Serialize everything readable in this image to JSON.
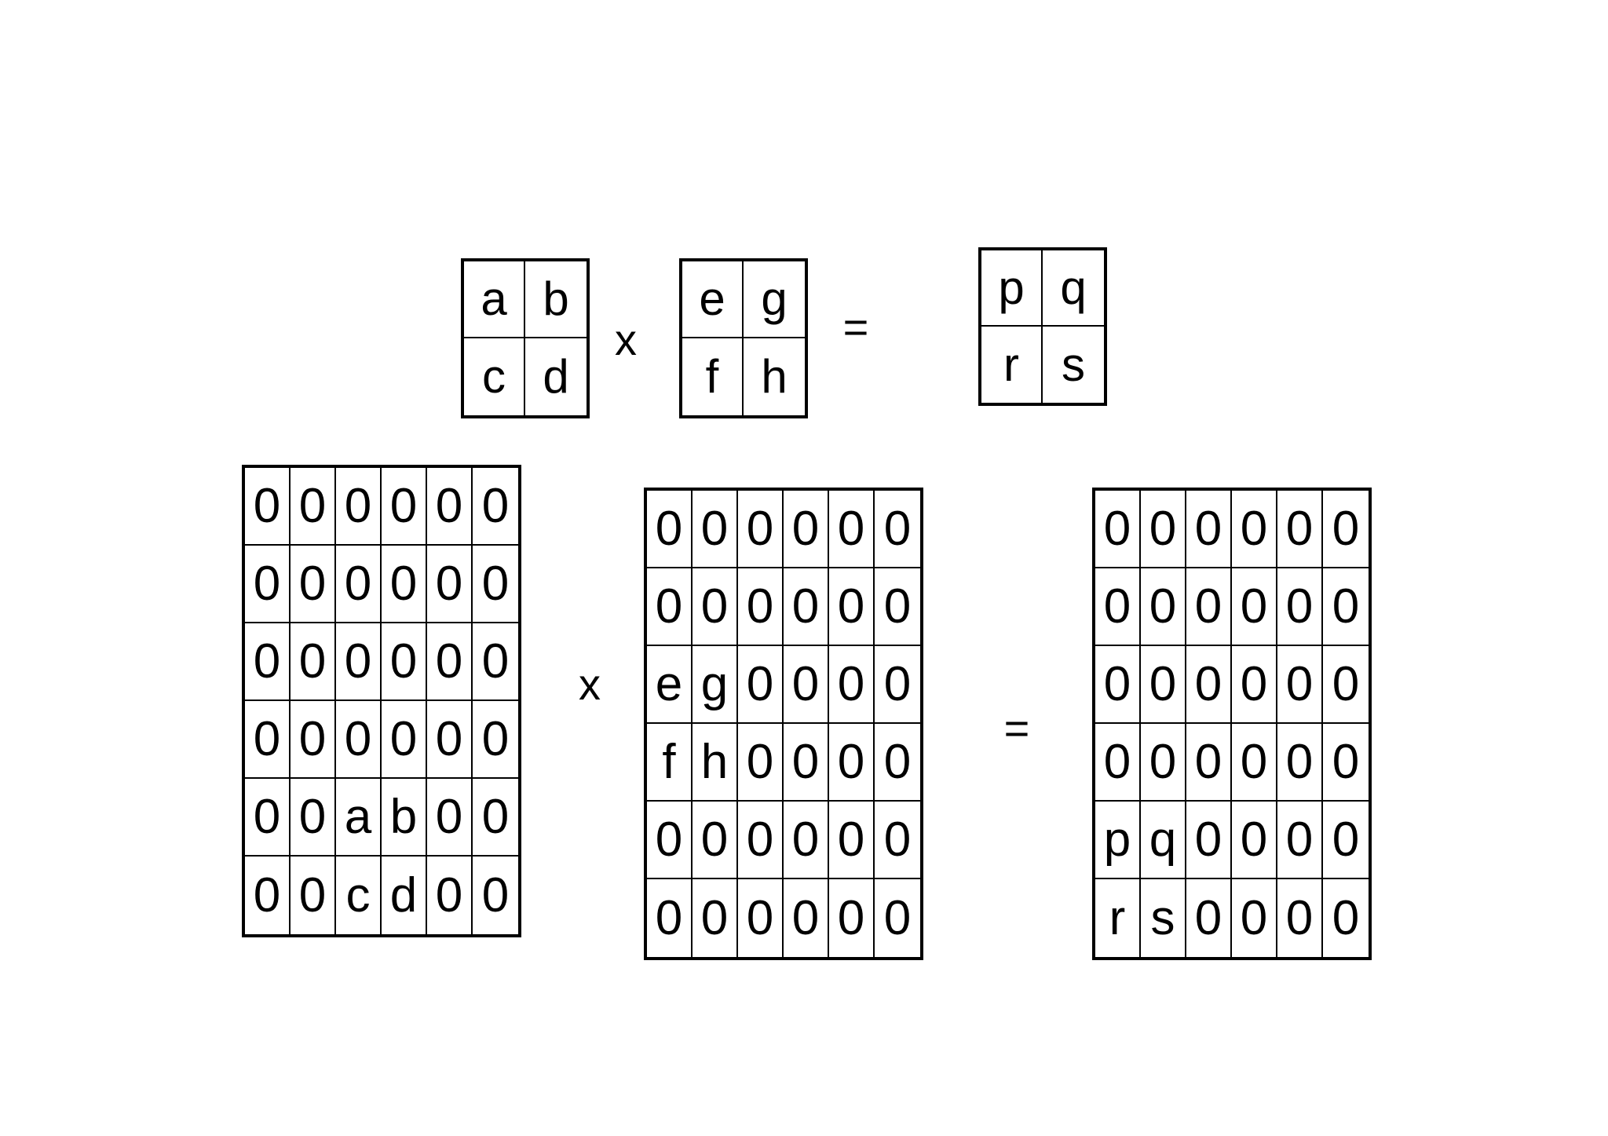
{
  "top_row": {
    "matrix_a": [
      [
        "a",
        "b"
      ],
      [
        "c",
        "d"
      ]
    ],
    "op_multiply": "x",
    "matrix_b": [
      [
        "e",
        "g"
      ],
      [
        "f",
        "h"
      ]
    ],
    "op_equals": "=",
    "matrix_result": [
      [
        "p",
        "q"
      ],
      [
        "r",
        "s"
      ]
    ]
  },
  "bottom_row": {
    "matrix_a": [
      [
        "0",
        "0",
        "0",
        "0",
        "0",
        "0"
      ],
      [
        "0",
        "0",
        "0",
        "0",
        "0",
        "0"
      ],
      [
        "0",
        "0",
        "0",
        "0",
        "0",
        "0"
      ],
      [
        "0",
        "0",
        "0",
        "0",
        "0",
        "0"
      ],
      [
        "0",
        "0",
        "a",
        "b",
        "0",
        "0"
      ],
      [
        "0",
        "0",
        "c",
        "d",
        "0",
        "0"
      ]
    ],
    "op_multiply": "x",
    "matrix_b": [
      [
        "0",
        "0",
        "0",
        "0",
        "0",
        "0"
      ],
      [
        "0",
        "0",
        "0",
        "0",
        "0",
        "0"
      ],
      [
        "e",
        "g",
        "0",
        "0",
        "0",
        "0"
      ],
      [
        "f",
        "h",
        "0",
        "0",
        "0",
        "0"
      ],
      [
        "0",
        "0",
        "0",
        "0",
        "0",
        "0"
      ],
      [
        "0",
        "0",
        "0",
        "0",
        "0",
        "0"
      ]
    ],
    "op_equals": "=",
    "matrix_result": [
      [
        "0",
        "0",
        "0",
        "0",
        "0",
        "0"
      ],
      [
        "0",
        "0",
        "0",
        "0",
        "0",
        "0"
      ],
      [
        "0",
        "0",
        "0",
        "0",
        "0",
        "0"
      ],
      [
        "0",
        "0",
        "0",
        "0",
        "0",
        "0"
      ],
      [
        "p",
        "q",
        "0",
        "0",
        "0",
        "0"
      ],
      [
        "r",
        "s",
        "0",
        "0",
        "0",
        "0"
      ]
    ]
  }
}
